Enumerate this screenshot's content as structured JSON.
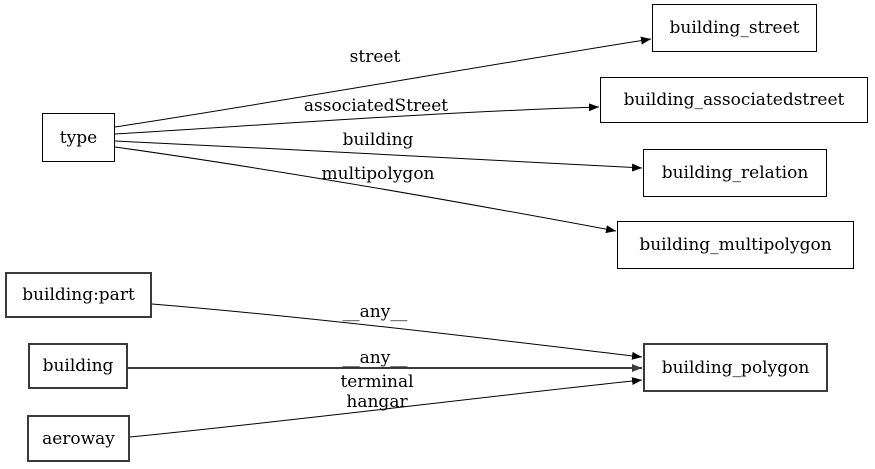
{
  "graph": {
    "colors": {
      "background": "#ffffff",
      "line": "#000000",
      "highlight": "#3a3a3a",
      "box_fill": "#ffffff"
    },
    "nodes": {
      "type": {
        "label": "type"
      },
      "building_street": {
        "label": "building_street"
      },
      "building_associatedstreet": {
        "label": "building_associatedstreet"
      },
      "building_relation": {
        "label": "building_relation"
      },
      "building_multipolygon": {
        "label": "building_multipolygon"
      },
      "building_part": {
        "label": "building:part"
      },
      "building": {
        "label": "building"
      },
      "aeroway": {
        "label": "aeroway"
      },
      "building_polygon": {
        "label": "building_polygon"
      }
    },
    "edges": [
      {
        "from": "type",
        "to": "building_street",
        "label": "street"
      },
      {
        "from": "type",
        "to": "building_associatedstreet",
        "label": "associatedStreet"
      },
      {
        "from": "type",
        "to": "building_relation",
        "label": "building"
      },
      {
        "from": "type",
        "to": "building_multipolygon",
        "label": "multipolygon"
      },
      {
        "from": "building:part",
        "to": "building_polygon",
        "label": "__any__"
      },
      {
        "from": "building",
        "to": "building_polygon",
        "label": "__any__"
      },
      {
        "from": "aeroway",
        "to": "building_polygon",
        "label_lines": [
          "terminal",
          "hangar"
        ]
      }
    ]
  }
}
